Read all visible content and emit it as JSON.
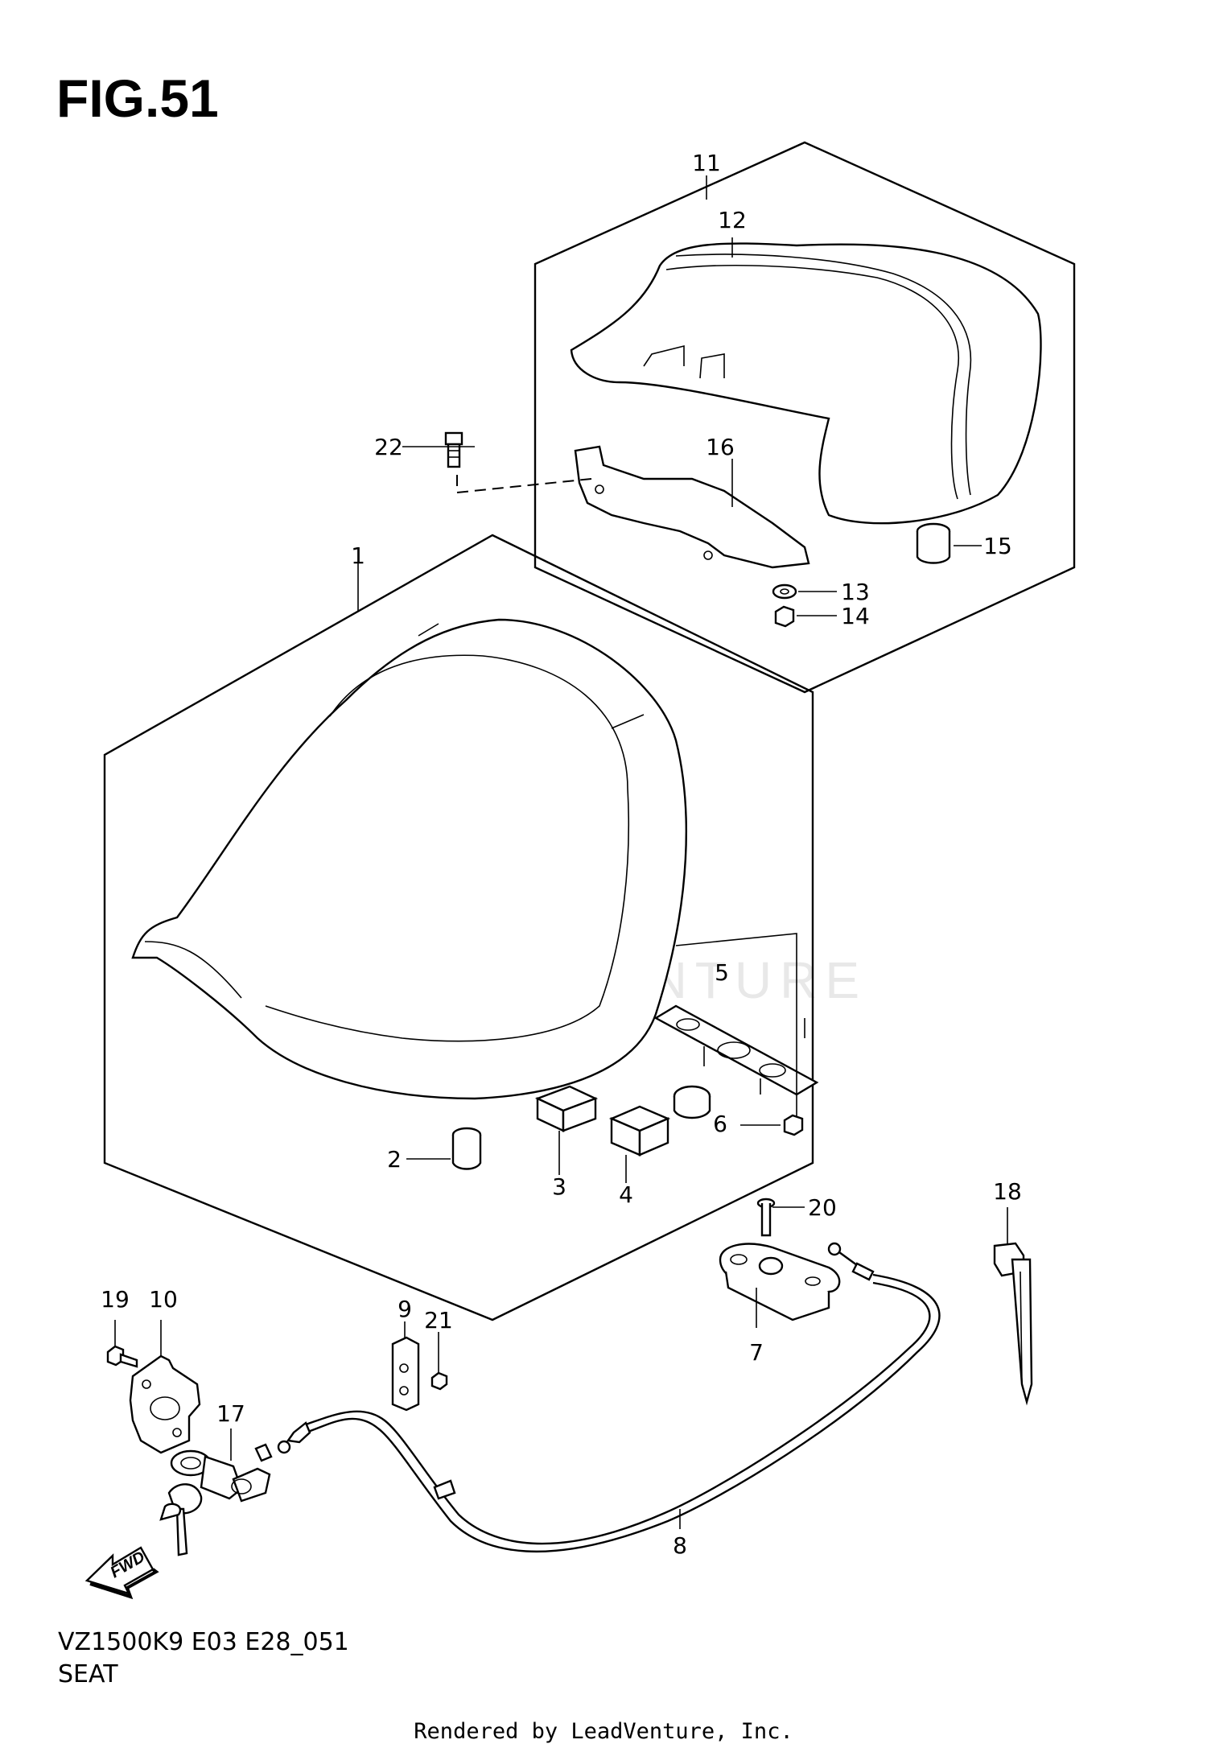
{
  "figure": {
    "title": "FIG.51",
    "model_code": "VZ1500K9 E03 E28_051",
    "name": "SEAT"
  },
  "callouts": [
    "1",
    "2",
    "3",
    "4",
    "5",
    "6",
    "7",
    "8",
    "9",
    "10",
    "11",
    "12",
    "13",
    "14",
    "15",
    "16",
    "17",
    "18",
    "19",
    "20",
    "21",
    "22"
  ],
  "direction_label": "FWD",
  "watermark": "LEADVENTURE",
  "footer": "Rendered by LeadVenture, Inc."
}
